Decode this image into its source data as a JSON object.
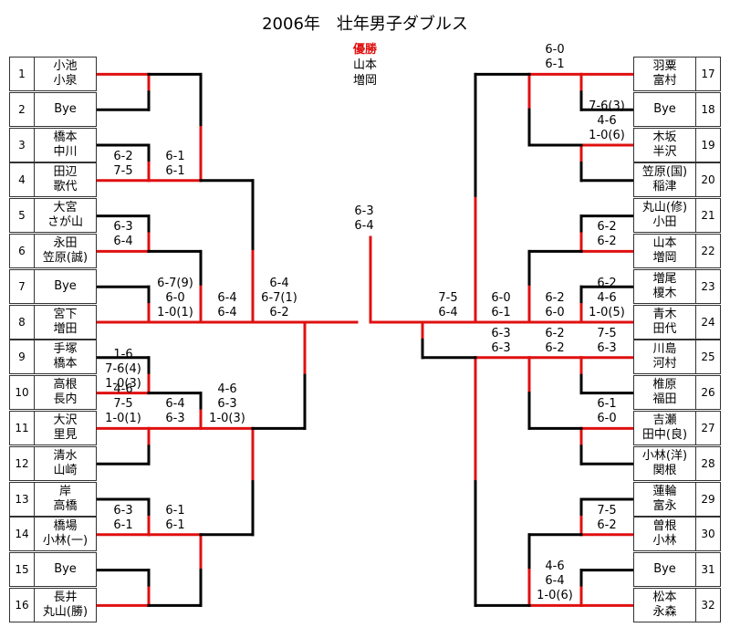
{
  "title": "2006年　壮年男子ダブルス",
  "champion": {
    "label": "優勝",
    "names": [
      "山本",
      "増岡"
    ]
  },
  "colors": {
    "winner_line": "#e01010",
    "loser_line": "#000000"
  },
  "entries": [
    {
      "seed": "1",
      "names": [
        "小池",
        "小泉"
      ]
    },
    {
      "seed": "2",
      "names": [
        "Bye"
      ]
    },
    {
      "seed": "3",
      "names": [
        "橋本",
        "中川"
      ]
    },
    {
      "seed": "4",
      "names": [
        "田辺",
        "歌代"
      ]
    },
    {
      "seed": "5",
      "names": [
        "大宮",
        "さが山"
      ]
    },
    {
      "seed": "6",
      "names": [
        "永田",
        "笠原(誠)"
      ]
    },
    {
      "seed": "7",
      "names": [
        "Bye"
      ]
    },
    {
      "seed": "8",
      "names": [
        "宮下",
        "増田"
      ]
    },
    {
      "seed": "9",
      "names": [
        "手塚",
        "橋本"
      ]
    },
    {
      "seed": "10",
      "names": [
        "高根",
        "長内"
      ]
    },
    {
      "seed": "11",
      "names": [
        "大沢",
        "里見"
      ]
    },
    {
      "seed": "12",
      "names": [
        "清水",
        "山崎"
      ]
    },
    {
      "seed": "13",
      "names": [
        "岸",
        "高橋"
      ]
    },
    {
      "seed": "14",
      "names": [
        "橋場",
        "小林(一)"
      ]
    },
    {
      "seed": "15",
      "names": [
        "Bye"
      ]
    },
    {
      "seed": "16",
      "names": [
        "長井",
        "丸山(勝)"
      ]
    },
    {
      "seed": "17",
      "names": [
        "羽粟",
        "富村"
      ]
    },
    {
      "seed": "18",
      "names": [
        "Bye"
      ]
    },
    {
      "seed": "19",
      "names": [
        "木坂",
        "半沢"
      ]
    },
    {
      "seed": "20",
      "names": [
        "笠原(国)",
        "稲津"
      ]
    },
    {
      "seed": "21",
      "names": [
        "丸山(修)",
        "小田"
      ]
    },
    {
      "seed": "22",
      "names": [
        "山本",
        "増岡"
      ]
    },
    {
      "seed": "23",
      "names": [
        "増尾",
        "榎木"
      ]
    },
    {
      "seed": "24",
      "names": [
        "青木",
        "田代"
      ]
    },
    {
      "seed": "25",
      "names": [
        "川島",
        "河村"
      ]
    },
    {
      "seed": "26",
      "names": [
        "椎原",
        "福田"
      ]
    },
    {
      "seed": "27",
      "names": [
        "吉瀬",
        "田中(良)"
      ]
    },
    {
      "seed": "28",
      "names": [
        "小林(洋)",
        "関根"
      ]
    },
    {
      "seed": "29",
      "names": [
        "蓮輪",
        "富永"
      ]
    },
    {
      "seed": "30",
      "names": [
        "曽根",
        "小林"
      ]
    },
    {
      "seed": "31",
      "names": [
        "Bye"
      ]
    },
    {
      "seed": "32",
      "names": [
        "松本",
        "永森"
      ]
    }
  ],
  "matches": {
    "L1": [
      {
        "score": [],
        "winner": 0
      },
      {
        "score": [
          "6-2",
          "7-5"
        ],
        "winner": 1
      },
      {
        "score": [
          "6-3",
          "6-4"
        ],
        "winner": 1
      },
      {
        "score": [],
        "winner": 1
      },
      {
        "score": [
          "1-6",
          "7-6(4)",
          "1-0(3)"
        ],
        "winner": 1
      },
      {
        "score": [
          "4-6",
          "7-5",
          "1-0(1)"
        ],
        "winner": 0
      },
      {
        "score": [
          "6-3",
          "6-1"
        ],
        "winner": 1
      },
      {
        "score": [],
        "winner": 1
      }
    ],
    "L2": [
      {
        "score": [
          "6-1",
          "6-1"
        ],
        "winner": 1
      },
      {
        "score": [
          "6-7(9)",
          "6-0",
          "1-0(1)"
        ],
        "winner": 1
      },
      {
        "score": [
          "6-4",
          "6-3"
        ],
        "winner": 1
      },
      {
        "score": [
          "6-1",
          "6-1"
        ],
        "winner": 0
      }
    ],
    "L3": [
      {
        "score": [
          "6-4",
          "6-4"
        ],
        "winner": 1
      },
      {
        "score": [
          "4-6",
          "6-3",
          "1-0(3)"
        ],
        "winner": 0
      }
    ],
    "L4": [
      {
        "score": [
          "6-4",
          "6-7(1)",
          "6-2"
        ],
        "winner": 0
      }
    ],
    "R1": [
      {
        "score": [],
        "winner": 0
      },
      {
        "score": [
          "7-6(3)",
          "4-6",
          "1-0(6)"
        ],
        "winner": 0
      },
      {
        "score": [
          "6-2",
          "6-2"
        ],
        "winner": 1
      },
      {
        "score": [
          "6-2",
          "4-6",
          "1-0(5)"
        ],
        "winner": 1
      },
      {
        "score": [
          "7-5",
          "6-3"
        ],
        "winner": 0
      },
      {
        "score": [
          "6-1",
          "6-0"
        ],
        "winner": 0
      },
      {
        "score": [
          "7-5",
          "6-2"
        ],
        "winner": 1
      },
      {
        "score": [],
        "winner": 1
      }
    ],
    "R2": [
      {
        "score": [
          "6-0",
          "6-1"
        ],
        "winner": 0
      },
      {
        "score": [
          "6-2",
          "6-0"
        ],
        "winner": 1
      },
      {
        "score": [
          "6-2",
          "6-2"
        ],
        "winner": 0
      },
      {
        "score": [
          "4-6",
          "6-4",
          "1-0(6)"
        ],
        "winner": 1
      }
    ],
    "R3": [
      {
        "score": [
          "6-0",
          "6-1"
        ],
        "winner": 1
      },
      {
        "score": [
          "6-3",
          "6-3"
        ],
        "winner": 0
      }
    ],
    "R4": [
      {
        "score": [
          "7-5",
          "6-4"
        ],
        "winner": 0
      }
    ],
    "final": {
      "score": [
        "6-3",
        "6-4"
      ],
      "winner": "right"
    }
  }
}
